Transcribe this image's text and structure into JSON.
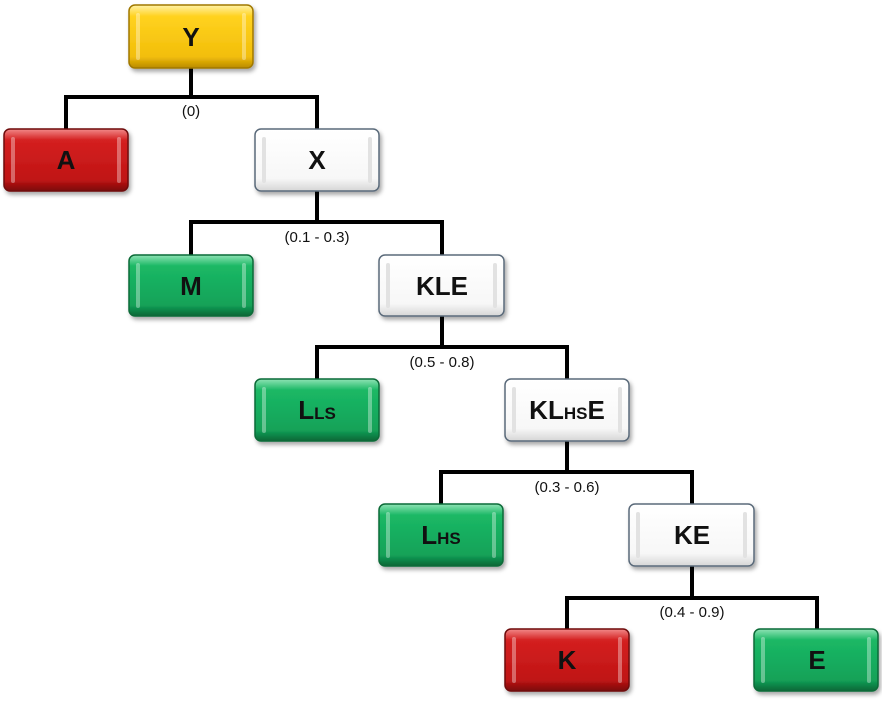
{
  "colors": {
    "yellow": "#f5c518",
    "red": "#c81818",
    "green": "#14a85a",
    "white": "#ffffff"
  },
  "nodes": {
    "y": {
      "label": "Y",
      "sub": "",
      "suffix": "",
      "color": "yellow"
    },
    "a": {
      "label": "A",
      "sub": "",
      "suffix": "",
      "color": "red"
    },
    "x": {
      "label": "X",
      "sub": "",
      "suffix": "",
      "color": "white"
    },
    "m": {
      "label": "M",
      "sub": "",
      "suffix": "",
      "color": "green"
    },
    "kle": {
      "label": "KLE",
      "sub": "",
      "suffix": "",
      "color": "white"
    },
    "lls": {
      "label": "L",
      "sub": "LS",
      "suffix": "",
      "color": "green"
    },
    "klhse": {
      "label": "KL",
      "sub": "HS",
      "suffix": "E",
      "color": "white"
    },
    "lhs": {
      "label": "L",
      "sub": "HS",
      "suffix": "",
      "color": "green"
    },
    "ke": {
      "label": "KE",
      "sub": "",
      "suffix": "",
      "color": "white"
    },
    "k": {
      "label": "K",
      "sub": "",
      "suffix": "",
      "color": "red"
    },
    "e": {
      "label": "E",
      "sub": "",
      "suffix": "",
      "color": "green"
    }
  },
  "splits": {
    "y": "(0)",
    "x": "(0.1 - 0.3)",
    "kle": "(0.5 - 0.8)",
    "klhse": "(0.3 - 0.6)",
    "ke": "(0.4 - 0.9)"
  }
}
